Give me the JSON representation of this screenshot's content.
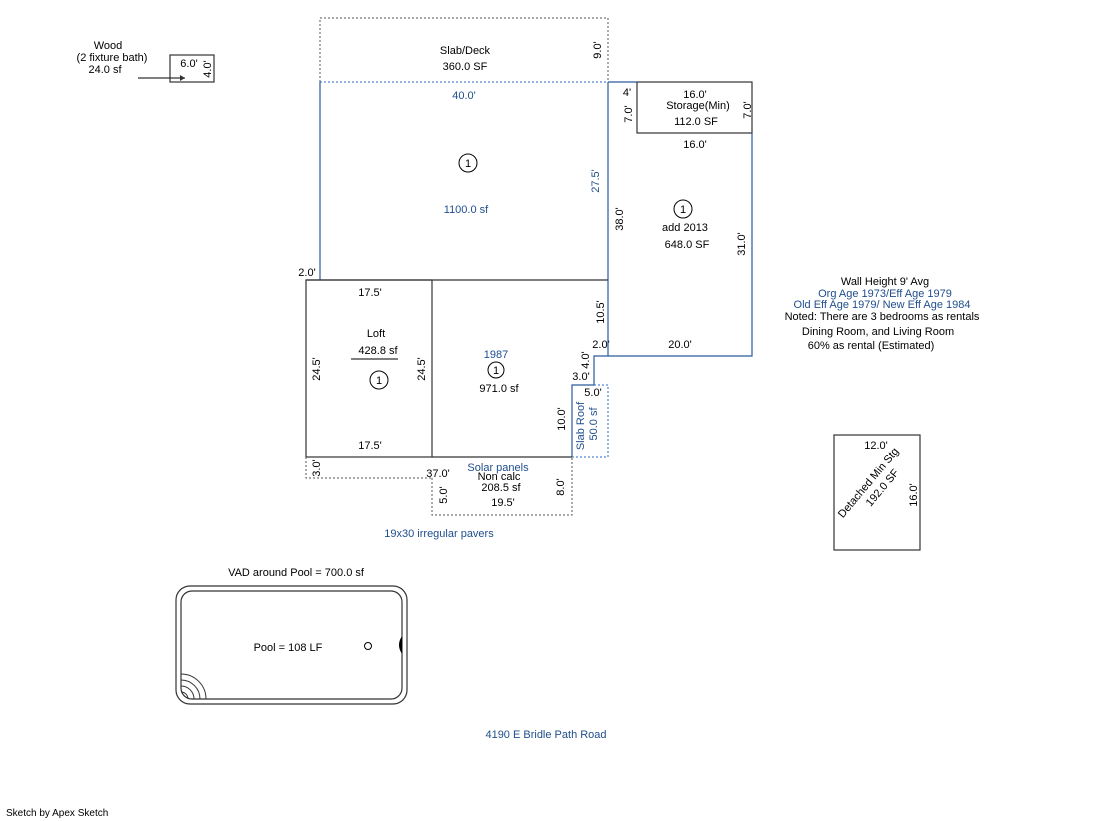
{
  "wood": {
    "name": "Wood",
    "note": "(2 fixture bath)",
    "area": "24.0 sf",
    "dim_w": "6.0'",
    "dim_h": "4.0'"
  },
  "slab_deck": {
    "name": "Slab/Deck",
    "area": "360.0 SF",
    "dim": "9.0'"
  },
  "main": {
    "label": "1",
    "area": "1100.0 sf",
    "dim_top": "40.0'",
    "dim_right": "27.5'",
    "dim_left": "2.0'"
  },
  "storage": {
    "name": "Storage(Min)",
    "area": "112.0 SF",
    "dim_top": "16.0'",
    "dim_bottom": "16.0'",
    "dim_left": "7.0'",
    "dim_right": "7.0'",
    "dim_small": "4'"
  },
  "addition": {
    "label": "1",
    "name": "add 2013",
    "area": "648.0 SF",
    "dim_left": "38.0'",
    "dim_right": "31.0'",
    "dim_bottom": "20.0'",
    "dim_step": "2.0'"
  },
  "loft": {
    "name": "Loft",
    "area": "428.8 sf",
    "label": "1",
    "dim_top": "17.5'",
    "dim_bottom": "17.5'",
    "dim_left": "24.5'",
    "dim_right": "24.5'"
  },
  "section_1987": {
    "year": "1987",
    "label": "1",
    "area": "971.0 sf",
    "dim_right_upper": "10.5'",
    "dim_right_lower": "10.0'",
    "dim_step_h": "3.0'",
    "dim_step_v": "4.0'"
  },
  "slab_roof": {
    "name": "Slab Roof",
    "area": "50.0 sf",
    "dim_top": "5.0'"
  },
  "solar": {
    "name": "Solar panels",
    "non_calc": "Non calc",
    "area": "208.5 sf",
    "dim_left": "5.0'",
    "dim_right": "8.0'",
    "dim_bottom": "19.5'",
    "dim_top": "37.0'",
    "dim_strip": "3.0'"
  },
  "pavers": "19x30 irregular pavers",
  "notes": [
    {
      "text": "Wall Height 9' Avg",
      "color": "#000000"
    },
    {
      "text": "Org Age 1973/Eff Age 1979",
      "color": "#1f4e8c"
    },
    {
      "text": "Old Eff Age 1979/ New Eff Age 1984",
      "color": "#1f4e8c"
    },
    {
      "text": "Noted:  There are 3 bedrooms as rentals",
      "color": "#000000"
    },
    {
      "text": "Dining Room, and Living Room",
      "color": "#000000"
    },
    {
      "text": "60% as rental (Estimated)",
      "color": "#000000"
    }
  ],
  "detached": {
    "name": "Detached Min Stg",
    "area": "192.0 SF",
    "dim_top": "12.0'",
    "dim_right": "16.0'"
  },
  "pool": {
    "vad": "VAD around Pool  =  700.0 sf",
    "label": "Pool  =  108 LF"
  },
  "address": "4190 E Bridle Path Road",
  "footer": "Sketch by Apex Sketch",
  "colors": {
    "blue_text": "#1f4e8c",
    "blue_line": "#2a5a9a",
    "black_line": "#333333"
  }
}
